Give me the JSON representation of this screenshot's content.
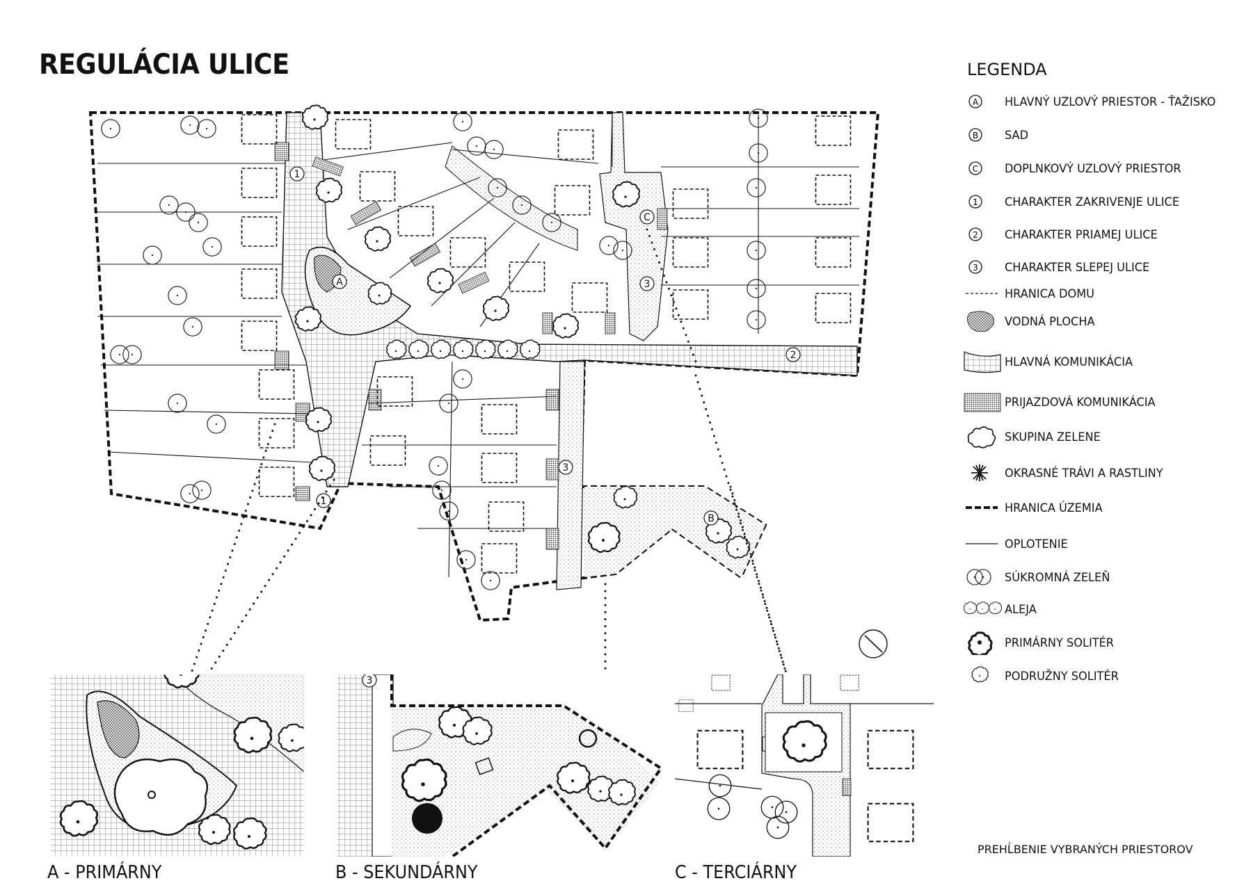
{
  "title": "REGULÁCIA ULICE",
  "legend": {
    "title": "LEGENDA",
    "items": [
      {
        "symbol": "A",
        "label": "HLAVNÝ UZLOVÝ PRIESTOR - ŤAŽISKO"
      },
      {
        "symbol": "B",
        "label": "SAD"
      },
      {
        "symbol": "C",
        "label": "DOPLNKOVÝ UZLOVÝ PRIESTOR"
      },
      {
        "symbol": "1",
        "label": "CHARAKTER ZAKRIVENJE ULICE"
      },
      {
        "symbol": "2",
        "label": "CHARAKTER PRIAMEJ ULICE"
      },
      {
        "symbol": "3",
        "label": "CHARAKTER SLEPEJ ULICE"
      },
      {
        "symbol": "dashed-line",
        "label": "HRANICA DOMU"
      },
      {
        "symbol": "water-hatch",
        "label": "VODNÁ PLOCHA"
      },
      {
        "symbol": "grid-road",
        "label": "HLAVNÁ KOMUNIKÁCIA"
      },
      {
        "symbol": "dense-hatch",
        "label": "PRIJAZDOVÁ KOMUNIKÁCIA"
      },
      {
        "symbol": "tree-cluster",
        "label": "SKUPINA ZELENE"
      },
      {
        "symbol": "ornamental-grass",
        "label": "OKRASNÉ TRÁVI A RASTLINY"
      },
      {
        "symbol": "thick-dashed-line",
        "label": "HRANICA ÚZEMIA"
      },
      {
        "symbol": "thin-line",
        "label": "OPLOTENIE"
      },
      {
        "symbol": "double-circle",
        "label": "SÚKROMNÁ ZELEŇ"
      },
      {
        "symbol": "triple-wavy-circle",
        "label": "ALEJA"
      },
      {
        "symbol": "bold-wavy-circle",
        "label": "PRIMÁRNY SOLITÉR"
      },
      {
        "symbol": "wavy-circle",
        "label": "PODRUŽNY SOLITÉR"
      }
    ]
  },
  "map_markers": {
    "A": "A",
    "B": "B",
    "C": "C",
    "n1": "1",
    "n2": "2",
    "n3": "3"
  },
  "details": [
    {
      "label": "A - PRIMÁRNY"
    },
    {
      "label": "B - SEKUNDÁRNY"
    },
    {
      "label": "C - TERCIÁRNY"
    }
  ],
  "footnote": "PREHĹBENIE VYBRANÝCH PRIESTOROV",
  "colors": {
    "ink": "#111111",
    "paper": "#ffffff"
  }
}
